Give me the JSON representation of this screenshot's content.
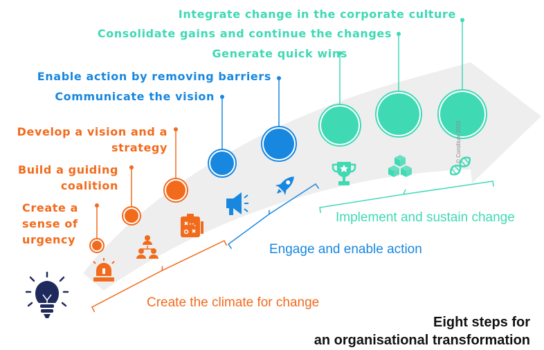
{
  "title": {
    "line1": "Eight steps for",
    "line2": "an organisational transformation"
  },
  "copyright": "© Corsilium 2022",
  "colors": {
    "orange": "#F26A1B",
    "blue": "#1787E0",
    "teal": "#3FD9B4",
    "navy": "#1F2A5C",
    "arrow": "#EEEEEE"
  },
  "steps": [
    {
      "label": "Create a sense of urgency",
      "lines": [
        "Create a",
        "sense of",
        "urgency"
      ],
      "group": "climate",
      "icon": "siren-icon"
    },
    {
      "label": "Build a guiding coalition",
      "lines": [
        "Build a guiding",
        "coalition"
      ],
      "group": "climate",
      "icon": "team-icon"
    },
    {
      "label": "Develop a vision and a strategy",
      "lines": [
        "Develop a vision and a",
        "strategy"
      ],
      "group": "climate",
      "icon": "strategy-board-icon"
    },
    {
      "label": "Communicate the vision",
      "lines": [
        "Communicate the vision"
      ],
      "group": "engage",
      "icon": "megaphone-icon"
    },
    {
      "label": "Enable action by removing barriers",
      "lines": [
        "Enable action by removing barriers"
      ],
      "group": "engage",
      "icon": "rocket-icon"
    },
    {
      "label": "Generate quick wins",
      "lines": [
        "Generate quick wins"
      ],
      "group": "sustain",
      "icon": "trophy-icon"
    },
    {
      "label": "Consolidate gains and continue the changes",
      "lines": [
        "Consolidate gains and continue the changes"
      ],
      "group": "sustain",
      "icon": "cubes-icon"
    },
    {
      "label": "Integrate change in the corporate culture",
      "lines": [
        "Integrate change in the corporate culture"
      ],
      "group": "sustain",
      "icon": "dna-icon"
    }
  ],
  "phases": {
    "climate": "Create the climate for change",
    "engage": "Engage and enable action",
    "sustain": "Implement and sustain change"
  },
  "start_icon": "lightbulb-icon"
}
